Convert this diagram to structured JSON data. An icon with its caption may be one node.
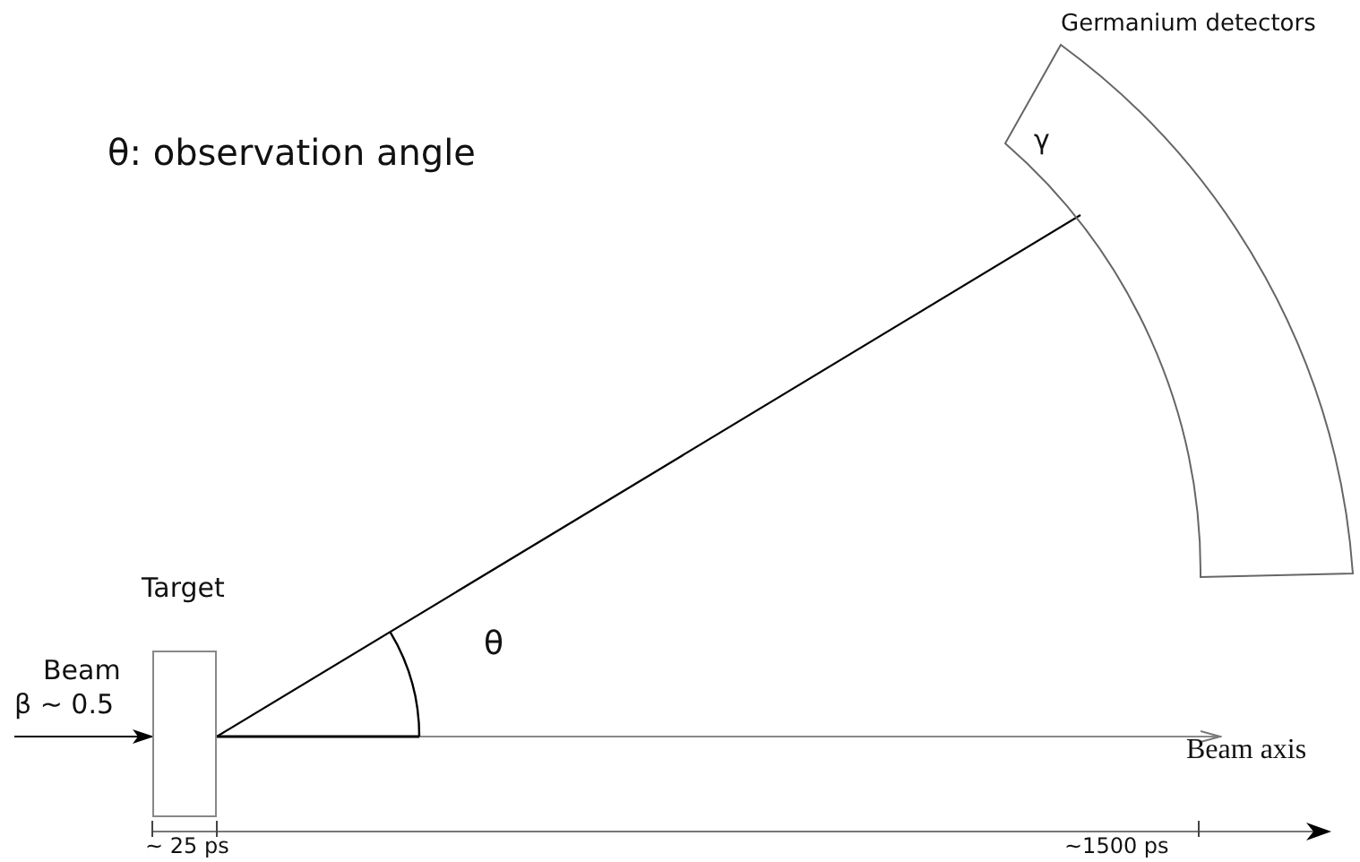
{
  "diagram": {
    "nodes": [
      {
        "text": [
          "Target"
        ]
      },
      {
        "text": [
          "Germanium detectors"
        ]
      }
    ],
    "edges": [
      {
        "from": null,
        "to": 0,
        "arrow": "to"
      },
      {
        "from": 0,
        "to": 1,
        "arrow": "none"
      }
    ],
    "labels": [
      "θ: observation angle",
      "γ",
      "Beam",
      "β ~ 0.5",
      "θ",
      "Beam axis",
      "~ 25 ps",
      "~1500 ps"
    ]
  }
}
